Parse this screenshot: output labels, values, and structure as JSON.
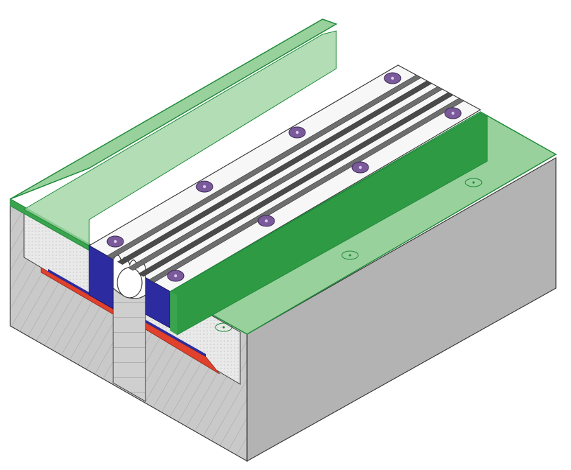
{
  "diagram": {
    "kind": "isometric section of expansion joint cover assembly",
    "colors": {
      "concrete_front": "#c9c9c9",
      "concrete_right": "#b3b3b3",
      "hatch": "#8e8e8e",
      "green_fill": "#86c98a",
      "green_dark": "#2f9a44",
      "green_edge": "#1f8a3a",
      "cover_plate": "#f7f7f7",
      "groove": "#6e6e6e",
      "groove_dark": "#4a4a4a",
      "screw": "#7b5a9b",
      "profile_blue": "#2c2ca0",
      "membrane_red": "#e0412c",
      "gap_fill": "#d6d6d6",
      "outline": "#3a3a3a"
    },
    "screws_on_left_rail": 4,
    "screws_on_right_rail": 4,
    "grooves_in_cover": 5,
    "floor_markers": 3
  }
}
